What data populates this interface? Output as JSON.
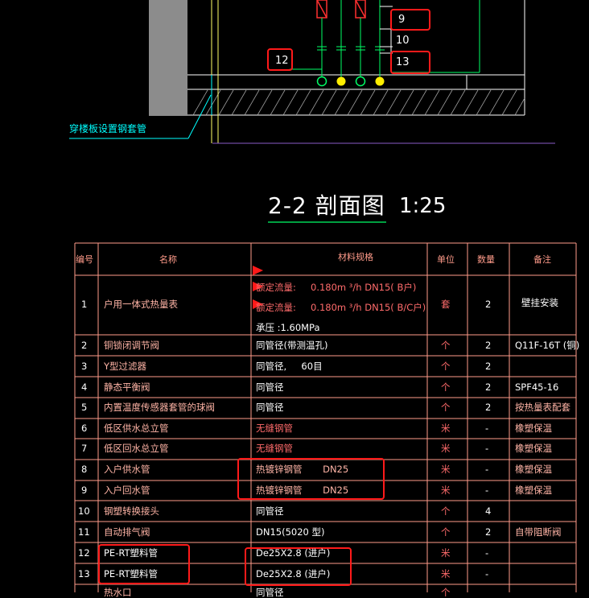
{
  "drawing": {
    "section_title": "2-2 剖面图",
    "section_scale": "1:25",
    "sleeve_note": "穿楼板设置钢套管",
    "callouts": [
      "9",
      "10",
      "13",
      "12"
    ]
  },
  "table": {
    "headers": [
      "编号",
      "名称",
      "材料规格",
      "单位",
      "数量",
      "备注"
    ],
    "row1": {
      "no": "1",
      "name": "户用一体式热量表",
      "spec_line1_label": "额定流量:",
      "spec_line1_value": "0.180m ³/h DN15( B户)",
      "spec_line2_label": "额定流量:",
      "spec_line2_value": "0.180m ³/h DN15( B/C户)",
      "spec_line3": "承压 :1.60MPa",
      "unit": "套",
      "qty": "2",
      "remark": "壁挂安装"
    },
    "rows": [
      {
        "no": "2",
        "name": "铜锁闭调节阀",
        "spec": "同管径(带测温孔)",
        "unit": "个",
        "qty": "2",
        "remark": "Q11F-16T (铜)"
      },
      {
        "no": "3",
        "name": "Y型过滤器",
        "spec": "同管径,     60目",
        "unit": "个",
        "qty": "2",
        "remark": ""
      },
      {
        "no": "4",
        "name": "静态平衡阀",
        "spec": "同管径",
        "unit": "个",
        "qty": "2",
        "remark": "SPF45-16"
      },
      {
        "no": "5",
        "name": "内置温度传感器套管的球阀",
        "spec": "同管径",
        "unit": "个",
        "qty": "2",
        "remark": "按热量表配套"
      },
      {
        "no": "6",
        "name": "低区供水总立管",
        "spec": "无缝钢管",
        "unit": "米",
        "qty": "-",
        "remark": "橡塑保温"
      },
      {
        "no": "7",
        "name": "低区回水总立管",
        "spec": "无缝钢管",
        "unit": "米",
        "qty": "-",
        "remark": "橡塑保温"
      },
      {
        "no": "8",
        "name": "入户供水管",
        "spec": "热镀锌钢管       DN25",
        "unit": "米",
        "qty": "-",
        "remark": "橡塑保温"
      },
      {
        "no": "9",
        "name": "入户回水管",
        "spec": "热镀锌钢管       DN25",
        "unit": "米",
        "qty": "-",
        "remark": "橡塑保温"
      },
      {
        "no": "10",
        "name": "钢塑转换接头",
        "spec": "同管径",
        "unit": "个",
        "qty": "4",
        "remark": ""
      },
      {
        "no": "11",
        "name": "自动排气阀",
        "spec": "DN15(5020 型)",
        "unit": "个",
        "qty": "2",
        "remark": "自带阻断阀"
      },
      {
        "no": "12",
        "name": "PE-RT塑料管",
        "spec": "De25X2.8 (进户)",
        "unit": "米",
        "qty": "-",
        "remark": ""
      },
      {
        "no": "13",
        "name": "PE-RT塑料管",
        "spec": "De25X2.8 (进户)",
        "unit": "米",
        "qty": "-",
        "remark": ""
      }
    ],
    "partial_row": {
      "no": "",
      "name": "热水口",
      "spec": "同管径",
      "unit": "个",
      "qty": "",
      "remark": ""
    }
  }
}
